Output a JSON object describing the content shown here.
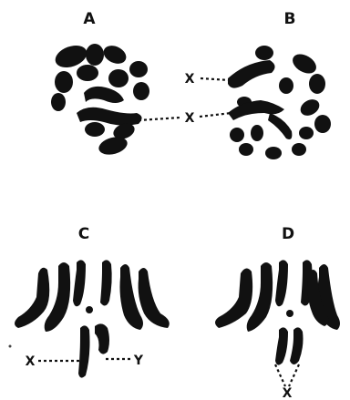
{
  "panels": [
    {
      "id": "A",
      "label": "A"
    },
    {
      "id": "B",
      "label": "B"
    },
    {
      "id": "C",
      "label": "C"
    },
    {
      "id": "D",
      "label": "D"
    }
  ],
  "markers": {
    "b_upper": "X",
    "ab_lower": "X",
    "c_left": "X",
    "c_right": "Y",
    "d_bottom": "X"
  },
  "colors": {
    "ink": "#111111",
    "paper": "#ffffff"
  }
}
